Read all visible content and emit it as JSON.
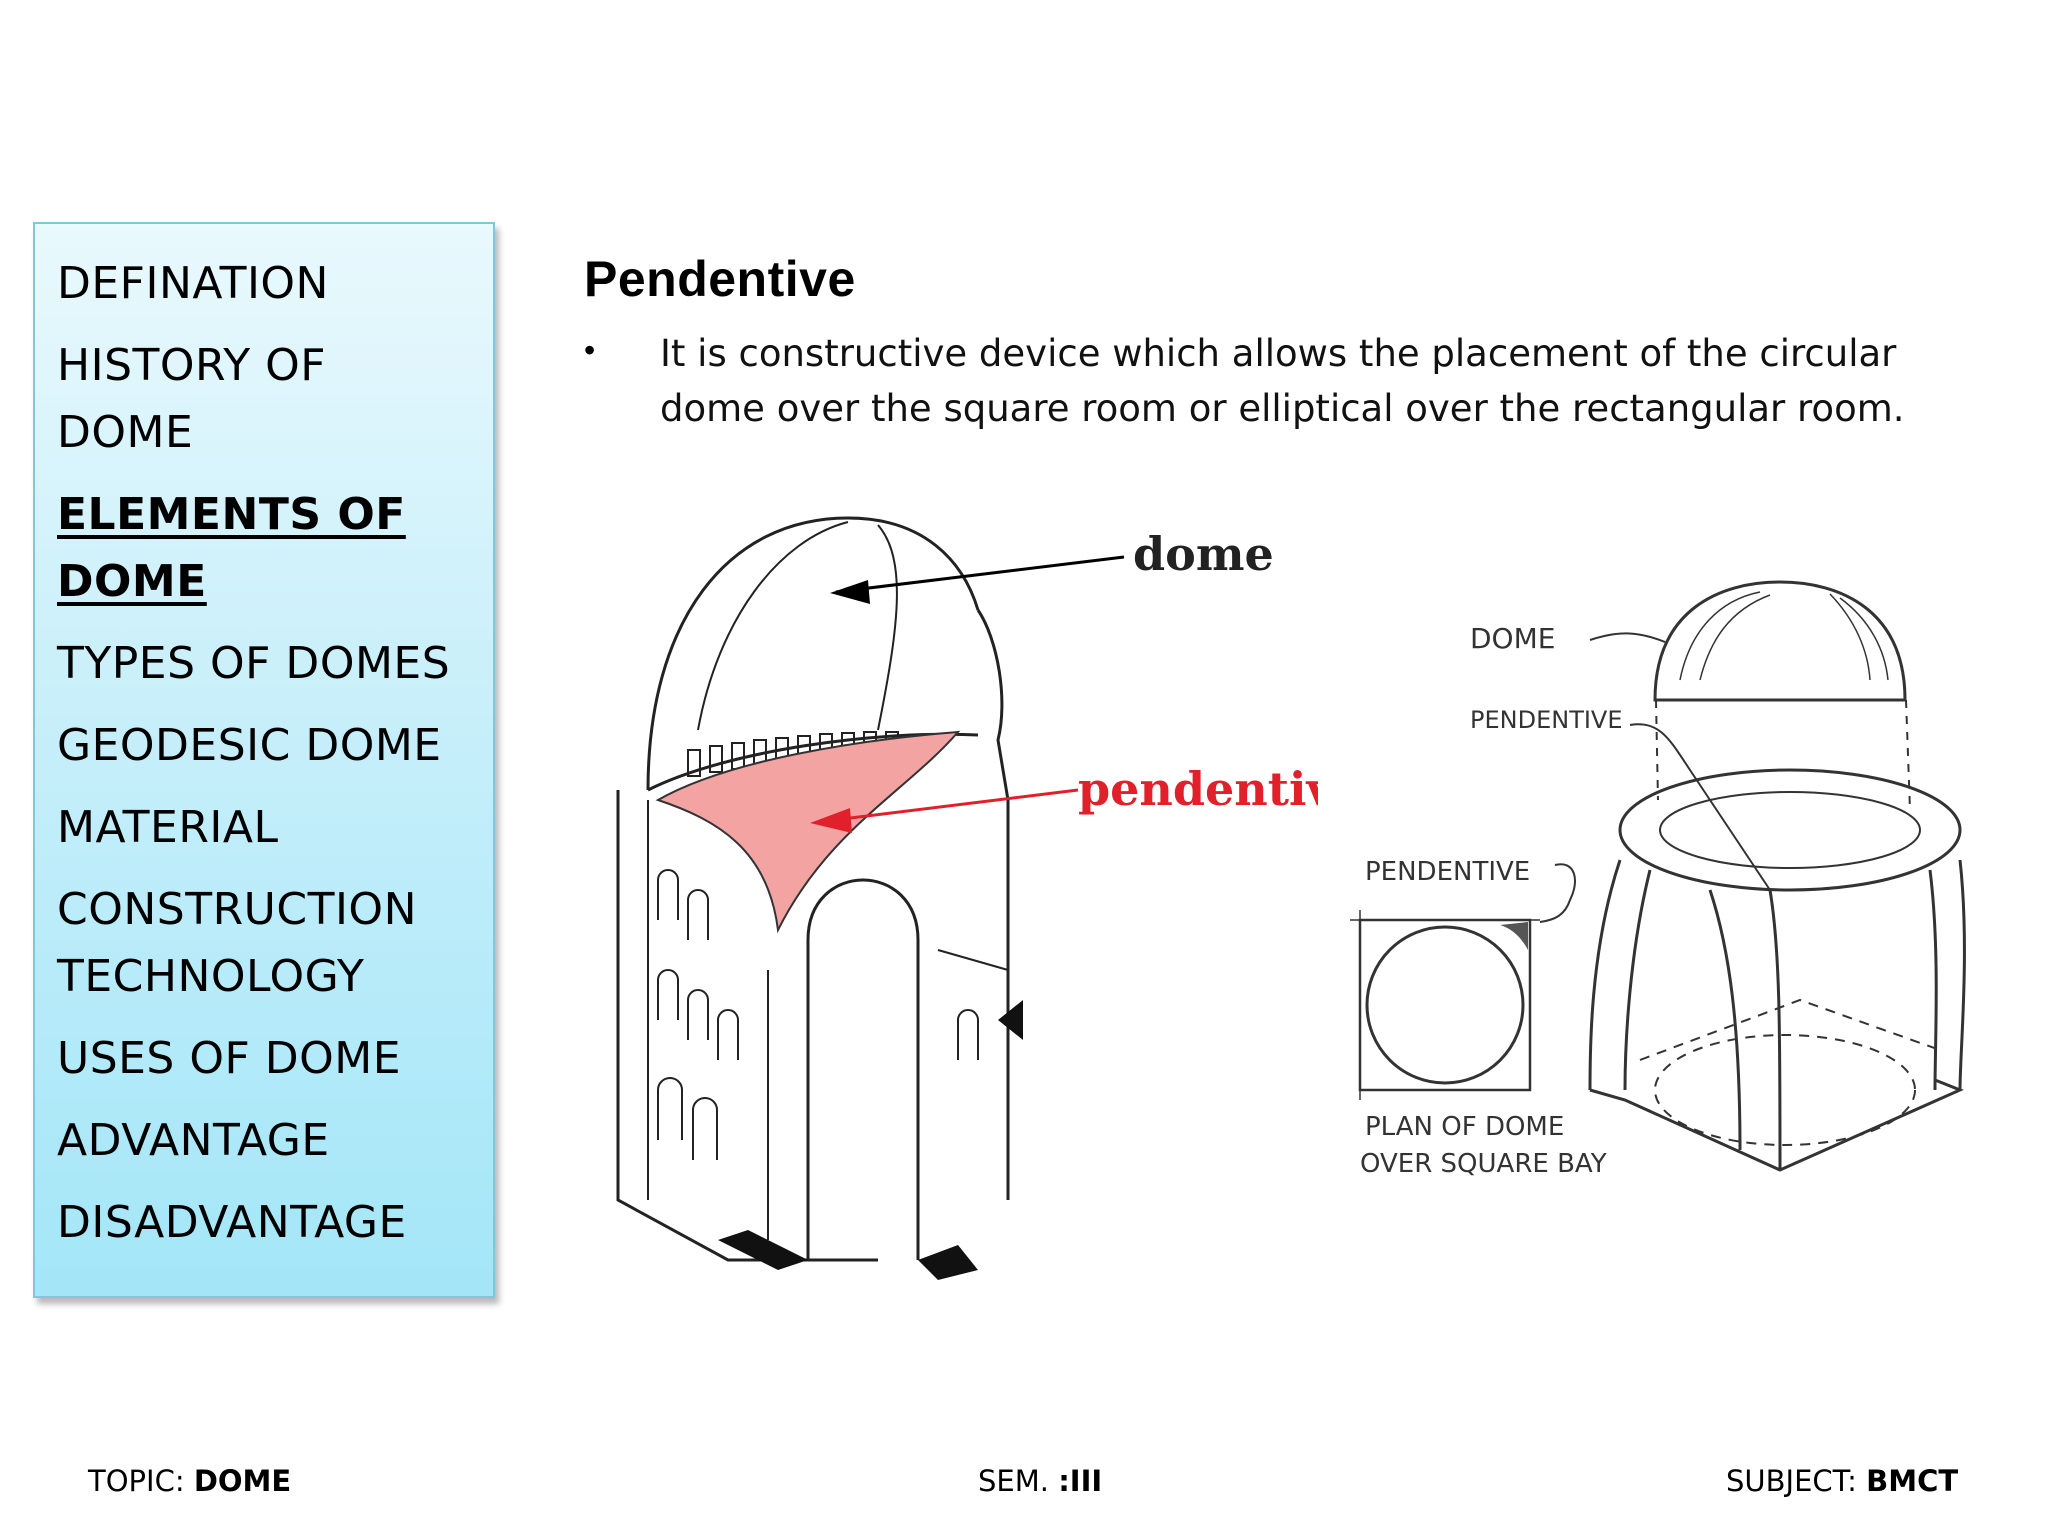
{
  "nav": {
    "items": [
      {
        "label": "DEFINATION"
      },
      {
        "label": "HISTORY OF\nDOME"
      },
      {
        "label": "ELEMENTS OF\nDOME"
      },
      {
        "label": "TYPES OF DOMES"
      },
      {
        "label": "GEODESIC DOME"
      },
      {
        "label": "MATERIAL"
      },
      {
        "label": "CONSTRUCTION\nTECHNOLOGY"
      },
      {
        "label": "USES OF DOME"
      },
      {
        "label": "ADVANTAGE"
      },
      {
        "label": "DISADVANTAGE"
      }
    ],
    "active_index": 2
  },
  "main": {
    "title": "Pendentive",
    "bullet": "It is constructive device which allows the placement of the circular dome over the square room or elliptical over the rectangular room."
  },
  "figure_left": {
    "label_dome": "dome",
    "label_pendentive": "pendentiv",
    "pendentive_color": "#f4a3a3",
    "arrow_color": "#e0202a"
  },
  "figure_right": {
    "label_dome": "DOME",
    "label_pendentive_top": "PENDENTIVE",
    "label_pendentive_plan": "PENDENTIVE",
    "plan_line1": "PLAN OF DOME",
    "plan_line2": "OVER SQUARE BAY"
  },
  "footer": {
    "topic_label": "TOPIC: ",
    "topic_value": "DOME",
    "sem_label": "SEM. ",
    "sem_value": ":III",
    "subject_label": "SUBJECT: ",
    "subject_value": "BMCT"
  },
  "colors": {
    "sidebar_top": "#e9f9fd",
    "sidebar_bottom": "#a3e6f8",
    "sidebar_border": "#7fc7d9"
  }
}
